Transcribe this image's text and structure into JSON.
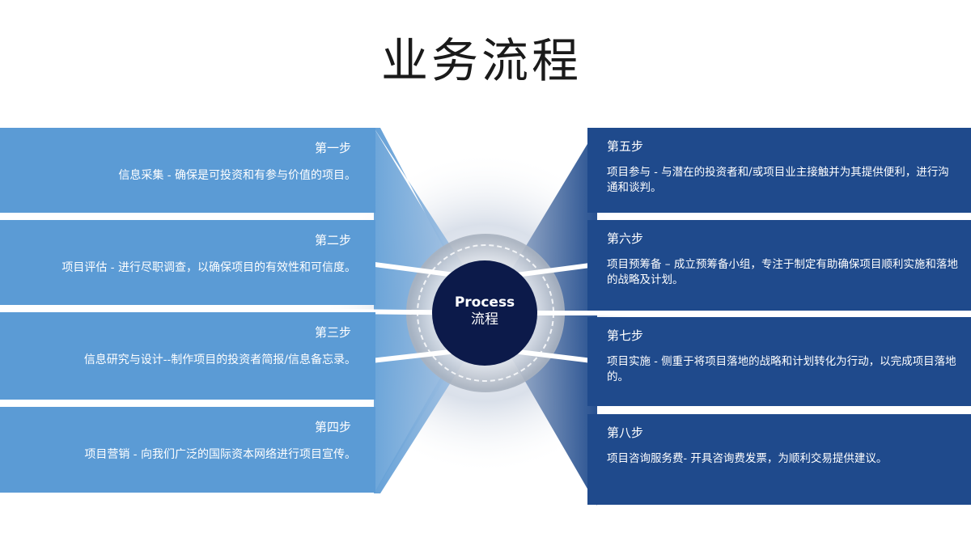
{
  "title": "业务流程",
  "center": {
    "label_en": "Process",
    "label_zh": "流程"
  },
  "colors": {
    "left_panel": "#5b9bd5",
    "right_panel": "#1f4a8c",
    "center": "#0c1a4a"
  },
  "steps": [
    {
      "step": "第一步",
      "text": "信息采集 - 确保是可投资和有参与价值的项目。"
    },
    {
      "step": "第二步",
      "text": "项目评估 - 进行尽职调查，以确保项目的有效性和可信度。"
    },
    {
      "step": "第三步",
      "text": "信息研究与设计--制作项目的投资者简报/信息备忘录。"
    },
    {
      "step": "第四步",
      "text": "项目营销 - 向我们广泛的国际资本网络进行项目宣传。"
    },
    {
      "step": "第五步",
      "text": "项目参与 - 与潜在的投资者和/或项目业主接触并为其提供便利，进行沟通和谈判。"
    },
    {
      "step": "第六步",
      "text": "项目预筹备 – 成立预筹备小组，专注于制定有助确保项目顺利实施和落地的战略及计划。"
    },
    {
      "step": "第七步",
      "text": "项目实施 - 侧重于将项目落地的战略和计划转化为行动，以完成项目落地的。"
    },
    {
      "step": "第八步",
      "text": "项目咨询服务费- 开具咨询费发票，为顺利交易提供建议。"
    }
  ]
}
